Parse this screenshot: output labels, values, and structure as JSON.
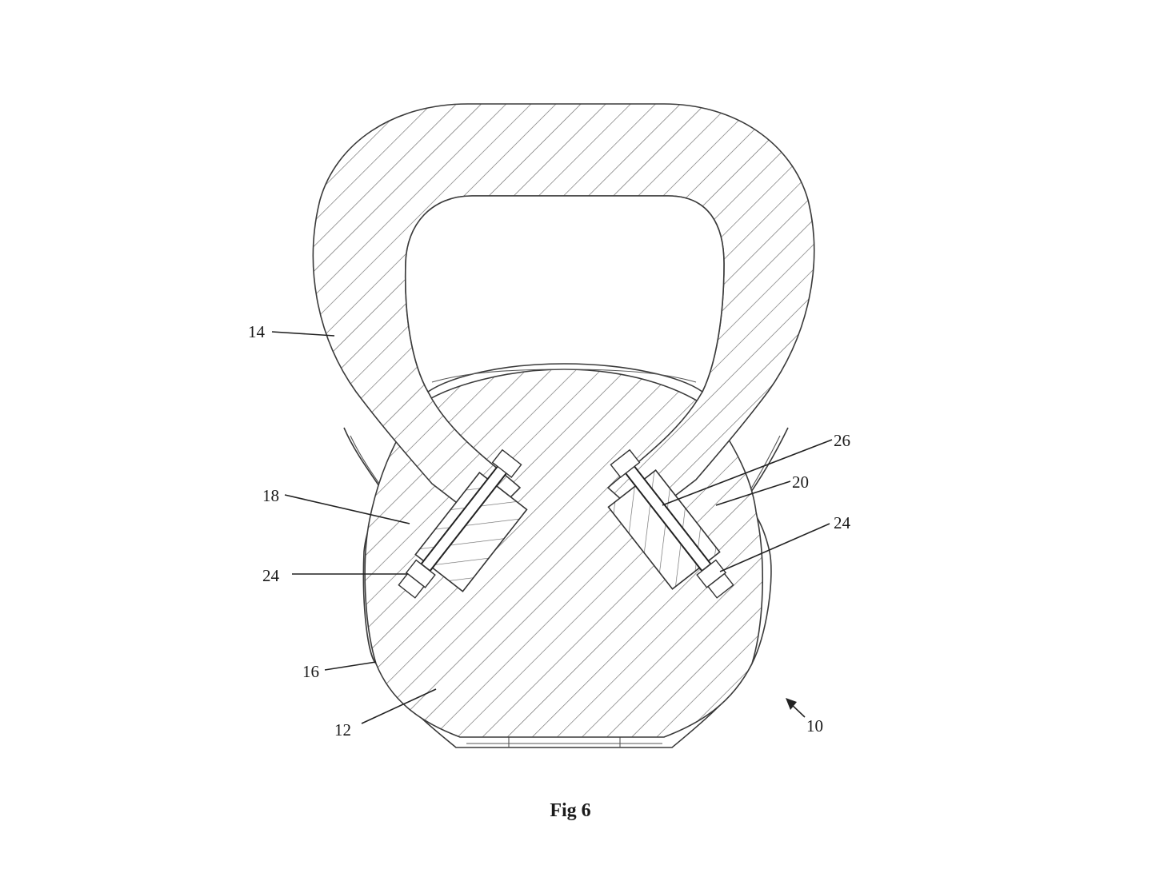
{
  "figure": {
    "caption": "Fig 6",
    "labels": {
      "handle": "14",
      "body_core": "12",
      "shell": "16",
      "left_fastener": "18",
      "right_fastener": "20",
      "left_nut": "24",
      "right_nut": "24",
      "right_bolt": "26",
      "assembly": "10"
    }
  }
}
